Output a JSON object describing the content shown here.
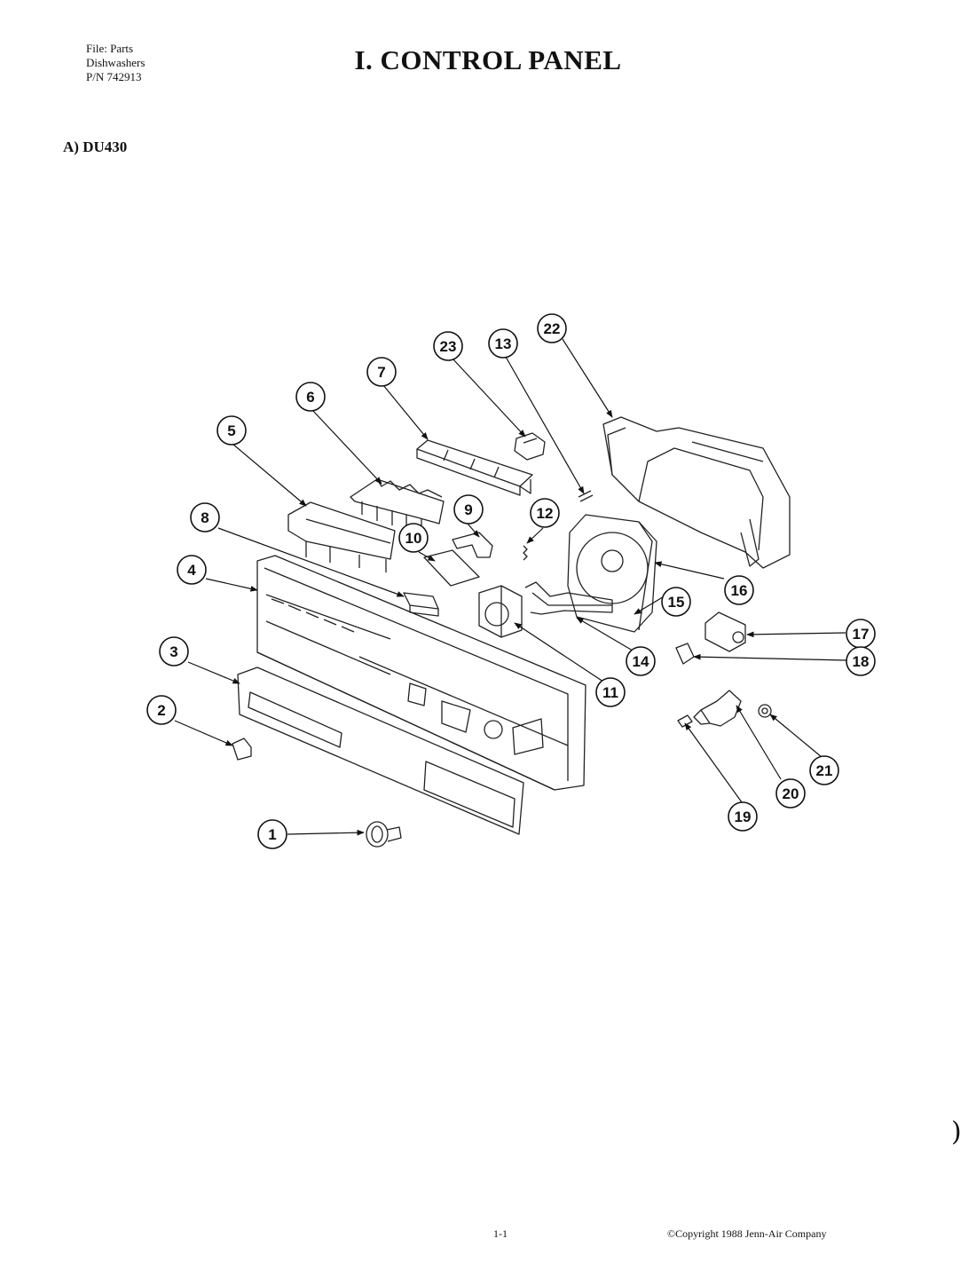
{
  "header": {
    "file_lines": [
      "File: Parts",
      "Dishwashers",
      "P/N 742913"
    ],
    "title": "I. CONTROL PANEL"
  },
  "section": {
    "label": "A) DU430"
  },
  "diagram": {
    "callouts": [
      {
        "id": "c1",
        "label": "1"
      },
      {
        "id": "c2",
        "label": "2"
      },
      {
        "id": "c3",
        "label": "3"
      },
      {
        "id": "c4",
        "label": "4"
      },
      {
        "id": "c5",
        "label": "5"
      },
      {
        "id": "c6",
        "label": "6"
      },
      {
        "id": "c7",
        "label": "7"
      },
      {
        "id": "c8",
        "label": "8"
      },
      {
        "id": "c9",
        "label": "9"
      },
      {
        "id": "c10",
        "label": "10"
      },
      {
        "id": "c11",
        "label": "11"
      },
      {
        "id": "c12",
        "label": "12"
      },
      {
        "id": "c13",
        "label": "13"
      },
      {
        "id": "c14",
        "label": "14"
      },
      {
        "id": "c15",
        "label": "15"
      },
      {
        "id": "c16",
        "label": "16"
      },
      {
        "id": "c17",
        "label": "17"
      },
      {
        "id": "c18",
        "label": "18"
      },
      {
        "id": "c19",
        "label": "19"
      },
      {
        "id": "c20",
        "label": "20"
      },
      {
        "id": "c21",
        "label": "21"
      },
      {
        "id": "c22",
        "label": "22"
      },
      {
        "id": "c23",
        "label": "23"
      }
    ]
  },
  "footer": {
    "page": "1-1",
    "copyright": "©Copyright 1988 Jenn-Air Company",
    "bracket": ")"
  }
}
